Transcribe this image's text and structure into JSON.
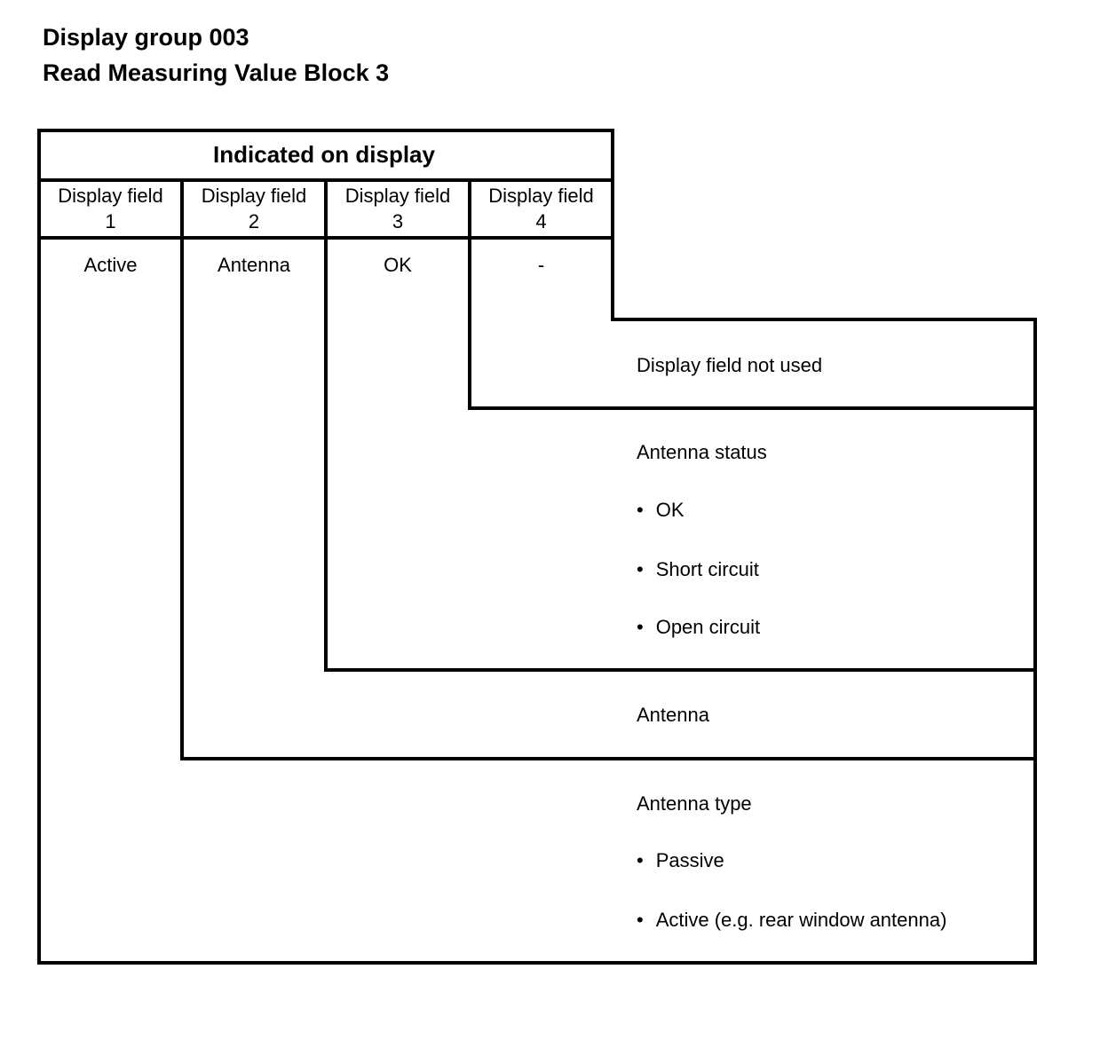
{
  "page": {
    "title_line1": "Display group 003",
    "title_line2": "Read Measuring Value Block 3"
  },
  "table": {
    "header": "Indicated on display",
    "columns": [
      {
        "line1": "Display field",
        "line2": "1",
        "value": "Active"
      },
      {
        "line1": "Display field",
        "line2": "2",
        "value": "Antenna"
      },
      {
        "line1": "Display field",
        "line2": "3",
        "value": "OK"
      },
      {
        "line1": "Display field",
        "line2": "4",
        "value": "-"
      }
    ]
  },
  "annotations": {
    "field4_note": "Display field not used",
    "field3": {
      "heading": "Antenna status",
      "bullets": [
        "OK",
        "Short circuit",
        "Open circuit"
      ]
    },
    "field2_label": "Antenna",
    "field1": {
      "heading": "Antenna type",
      "bullets": [
        "Passive",
        "Active (e.g. rear window antenna)"
      ]
    }
  },
  "icons": {
    "bullet": "•"
  },
  "colors": {
    "background": "#ffffff",
    "line": "#000000",
    "text": "#000000"
  }
}
